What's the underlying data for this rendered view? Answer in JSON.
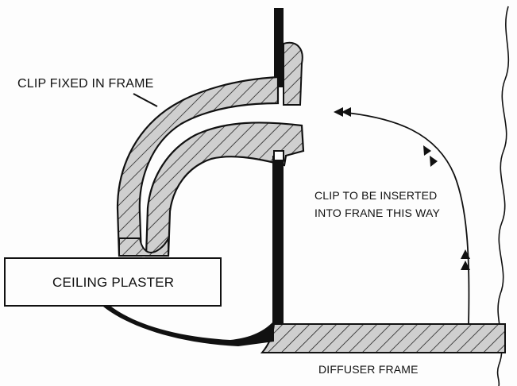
{
  "labels": {
    "clip_fixed": "CLIP FIXED IN FRAME",
    "insert_line1": "CLIP TO BE INSERTED",
    "insert_line2": "INTO FRANE THIS WAY",
    "ceiling": "CEILING PLASTER",
    "diffuser": "DIFFUSER FRAME"
  },
  "colors": {
    "ink": "#111111",
    "section_fill": "#cfcfcf",
    "background": "#fdfdfd"
  }
}
